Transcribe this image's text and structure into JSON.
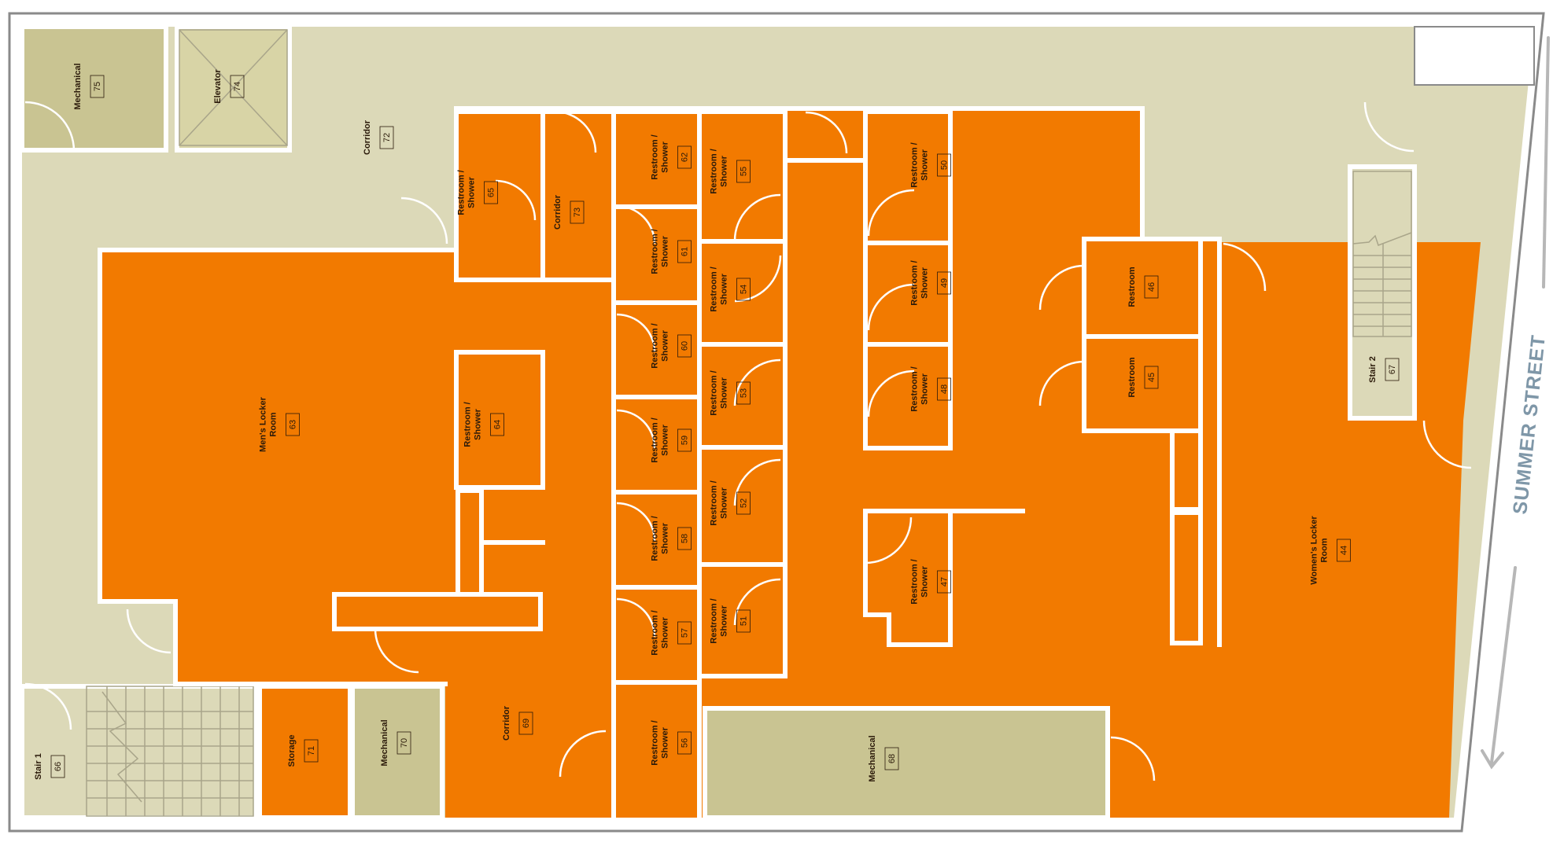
{
  "colors": {
    "orange": "#f27a00",
    "corridor": "#dcd9b8",
    "mechanical": "#c9c492",
    "wall": "#ffffff",
    "outline": "#8a8a8a",
    "street": "#7f97a8"
  },
  "street": {
    "label": "SUMMER STREET"
  },
  "rooms": [
    {
      "name": "Mechanical",
      "number": "75"
    },
    {
      "name": "Elevator",
      "number": "74"
    },
    {
      "name": "Corridor",
      "number": "72"
    },
    {
      "name": "Restroom / Shower",
      "number": "65"
    },
    {
      "name": "Corridor",
      "number": "73"
    },
    {
      "name": "Restroom / Shower",
      "number": "62"
    },
    {
      "name": "Restroom / Shower",
      "number": "61"
    },
    {
      "name": "Restroom / Shower",
      "number": "60"
    },
    {
      "name": "Restroom / Shower",
      "number": "59"
    },
    {
      "name": "Restroom / Shower",
      "number": "58"
    },
    {
      "name": "Restroom / Shower",
      "number": "57"
    },
    {
      "name": "Restroom / Shower",
      "number": "56"
    },
    {
      "name": "Restroom / Shower",
      "number": "55"
    },
    {
      "name": "Restroom / Shower",
      "number": "54"
    },
    {
      "name": "Restroom / Shower",
      "number": "53"
    },
    {
      "name": "Restroom / Shower",
      "number": "52"
    },
    {
      "name": "Restroom / Shower",
      "number": "51"
    },
    {
      "name": "Restroom / Shower",
      "number": "50"
    },
    {
      "name": "Restroom / Shower",
      "number": "49"
    },
    {
      "name": "Restroom / Shower",
      "number": "48"
    },
    {
      "name": "Restroom / Shower",
      "number": "47"
    },
    {
      "name": "Restroom",
      "number": "46"
    },
    {
      "name": "Restroom",
      "number": "45"
    },
    {
      "name": "Men's Locker Room",
      "number": "63"
    },
    {
      "name": "Restroom / Shower",
      "number": "64"
    },
    {
      "name": "Women's Locker Room",
      "number": "44"
    },
    {
      "name": "Stair 2",
      "number": "67"
    },
    {
      "name": "Stair 1",
      "number": "66"
    },
    {
      "name": "Storage",
      "number": "71"
    },
    {
      "name": "Mechanical",
      "number": "70"
    },
    {
      "name": "Corridor",
      "number": "69"
    },
    {
      "name": "Mechanical",
      "number": "68"
    }
  ]
}
